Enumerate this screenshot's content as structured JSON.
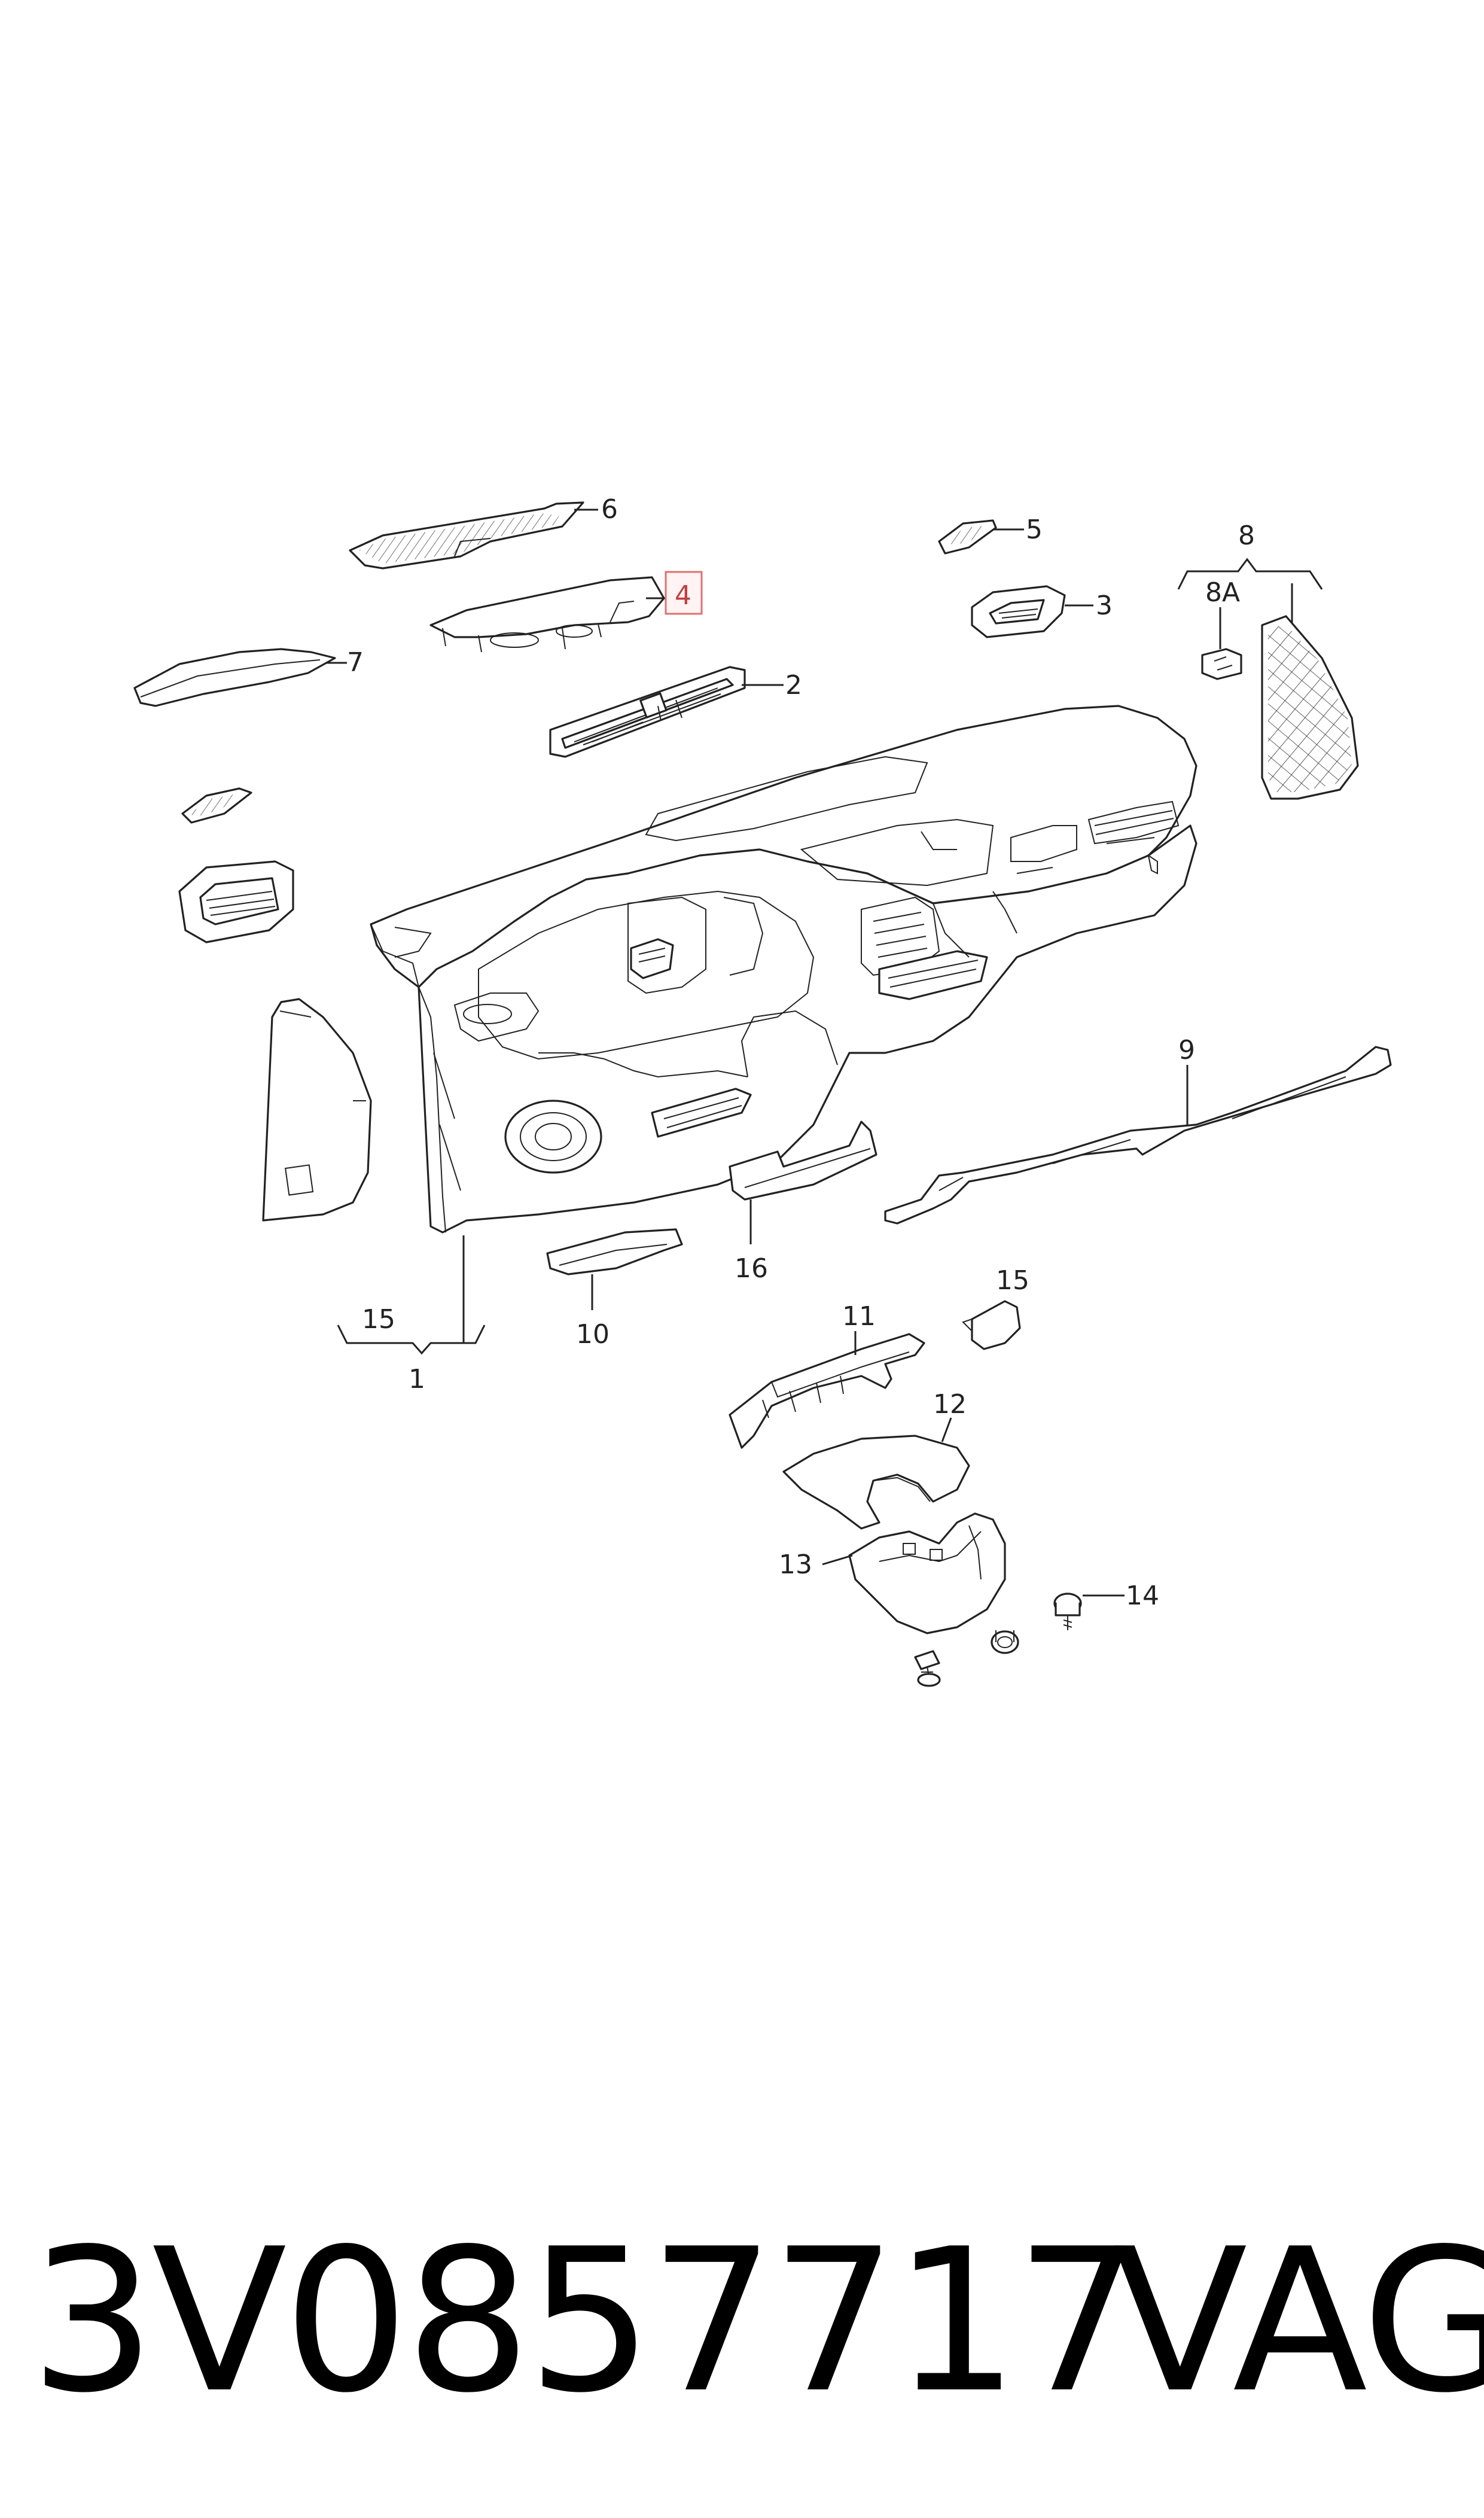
{
  "callouts": {
    "c1": "1",
    "c2": "2",
    "c3": "3",
    "c4": "4",
    "c5": "5",
    "c6": "6",
    "c7": "7",
    "c8": "8",
    "c8a": "8A",
    "c9": "9",
    "c10": "10",
    "c11": "11",
    "c12": "12",
    "c13": "13",
    "c14": "14",
    "c15a": "15",
    "c15b": "15",
    "c16": "16"
  },
  "highlighted_callout": "4",
  "highlight_color": "#e07070",
  "footer": {
    "part_number": "3V0857717",
    "brand": "VAG"
  }
}
